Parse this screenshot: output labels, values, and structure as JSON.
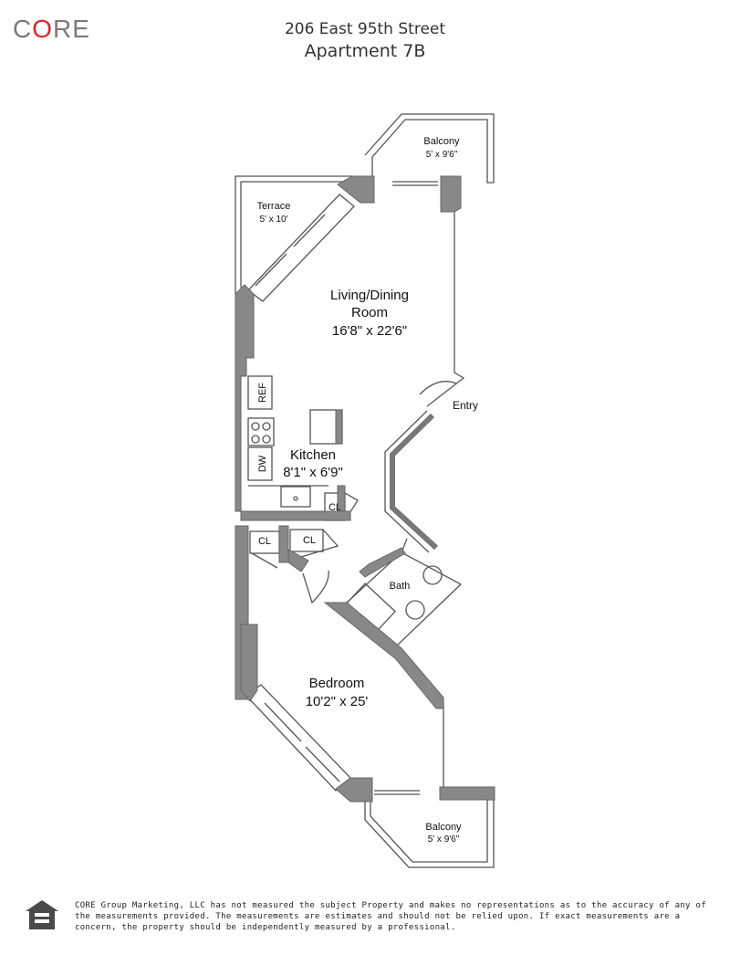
{
  "logo": {
    "text_prefix": "C",
    "text_o": "O",
    "text_suffix": "RE",
    "accent_color": "#e2242a"
  },
  "header": {
    "address": "206 East 95th Street",
    "unit": "Apartment 7B"
  },
  "rooms": {
    "balcony_top": {
      "name": "Balcony",
      "size": "5' x 9'6\""
    },
    "terrace": {
      "name": "Terrace",
      "size": "5' x 10'"
    },
    "living": {
      "name_line1": "Living/Dining",
      "name_line2": "Room",
      "size": "16'8\" x 22'6\""
    },
    "entry": {
      "name": "Entry"
    },
    "ref": {
      "name": "REF"
    },
    "dw": {
      "name": "DW"
    },
    "kitchen": {
      "name": "Kitchen",
      "size": "8'1\" x 6'9\""
    },
    "closet_a": {
      "name": "CL"
    },
    "closet_b": {
      "name": "CL"
    },
    "closet_c": {
      "name": "CL"
    },
    "bath": {
      "name": "Bath"
    },
    "bedroom": {
      "name": "Bedroom",
      "size": "10'2\" x 25'"
    },
    "balcony_bottom": {
      "name": "Balcony",
      "size": "5' x 9'6\""
    }
  },
  "icons": {
    "equal_housing": "equal-housing-icon"
  },
  "colors": {
    "wall": "#777777",
    "wall_fill": "#8a8a8a",
    "line": "#555555"
  },
  "disclaimer": "CORE Group Marketing, LLC has not measured the subject Property and makes no representations as to the accuracy of any of the measurements provided. The measurements are estimates and should not be relied upon. If exact measurements are a concern, the property should be independently measured by a professional."
}
